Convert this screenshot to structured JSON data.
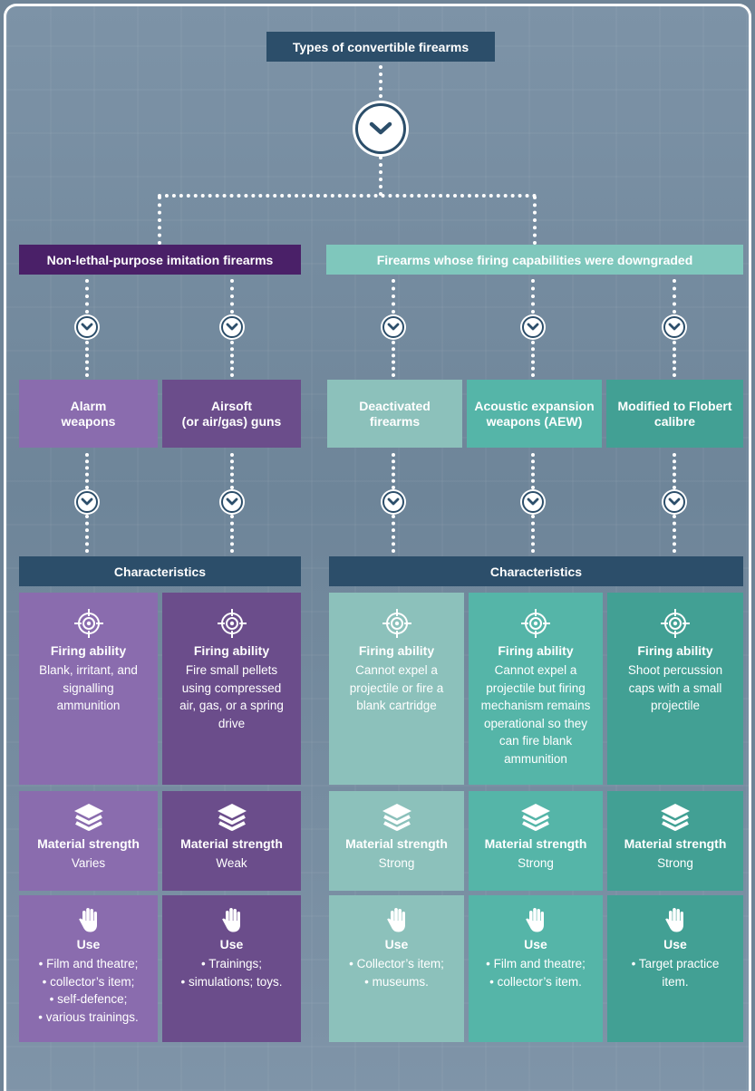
{
  "title": "Types of convertible firearms",
  "groups": {
    "left": "Non-lethal-purpose imitation firearms",
    "right": "Firearms whose firing capabilities were downgraded"
  },
  "types": [
    {
      "name": "Alarm\nweapons"
    },
    {
      "name": "Airsoft\n(or air/gas) guns"
    },
    {
      "name": "Deactivated\nfirearms"
    },
    {
      "name": "Acoustic expansion\nweapons (AEW)"
    },
    {
      "name": "Modified to Flobert\ncalibre"
    }
  ],
  "characteristics_label": "Characteristics",
  "labels": {
    "firing": "Firing ability",
    "material": "Material strength",
    "use": "Use"
  },
  "firing": [
    "Blank, irritant, and\nsignalling\nammunition",
    "Fire small pellets\nusing compressed\nair, gas, or a spring\ndrive",
    "Cannot expel a\nprojectile or fire a\nblank cartridge",
    "Cannot expel a\nprojectile but firing\nmechanism remains\noperational so they\ncan fire blank\nammunition",
    "Shoot percussion\ncaps with a small\nprojectile"
  ],
  "material": [
    "Varies",
    "Weak",
    "Strong",
    "Strong",
    "Strong"
  ],
  "use": [
    "• Film and theatre;\n• collector’s item;\n• self-defence;\n• various trainings.",
    "• Trainings;\n• simulations; toys.",
    "• Collector’s item;\n• museums.",
    "• Film and theatre;\n• collector’s item.",
    "• Target practice\nitem."
  ],
  "colors": {
    "navy": "#2c4e6a",
    "purple_dark": "#4a2068",
    "purple1": "#8a6cae",
    "purple2": "#6b4d8b",
    "teal_light": "#7fc7bc",
    "teal1": "#8cc1bb",
    "teal2": "#55b5a8",
    "teal3": "#42a094"
  },
  "icons": [
    "chevron-down-icon",
    "target-icon",
    "layers-icon",
    "hand-icon"
  ]
}
